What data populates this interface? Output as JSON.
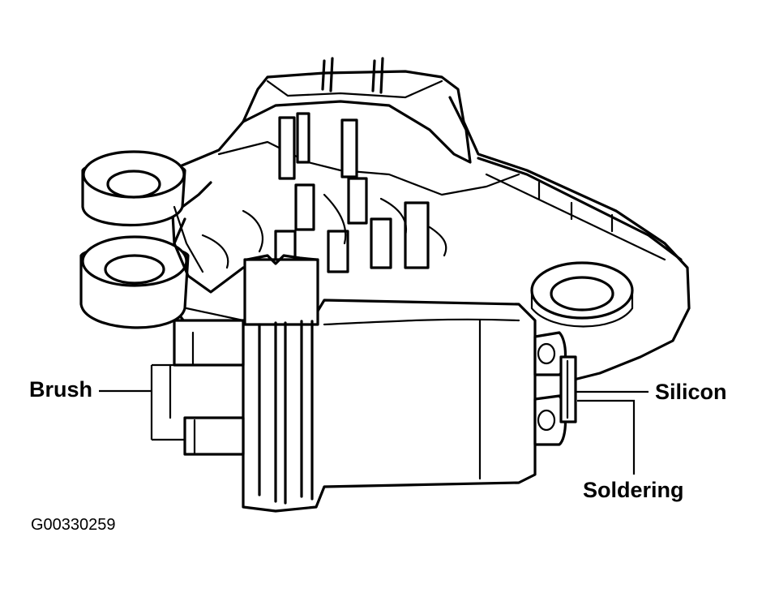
{
  "diagram": {
    "labels": {
      "brush": "Brush",
      "silicon": "Silicon",
      "soldering": "Soldering"
    },
    "figure_id": "G00330259"
  },
  "colors": {
    "line": "#000000",
    "background": "#ffffff"
  }
}
